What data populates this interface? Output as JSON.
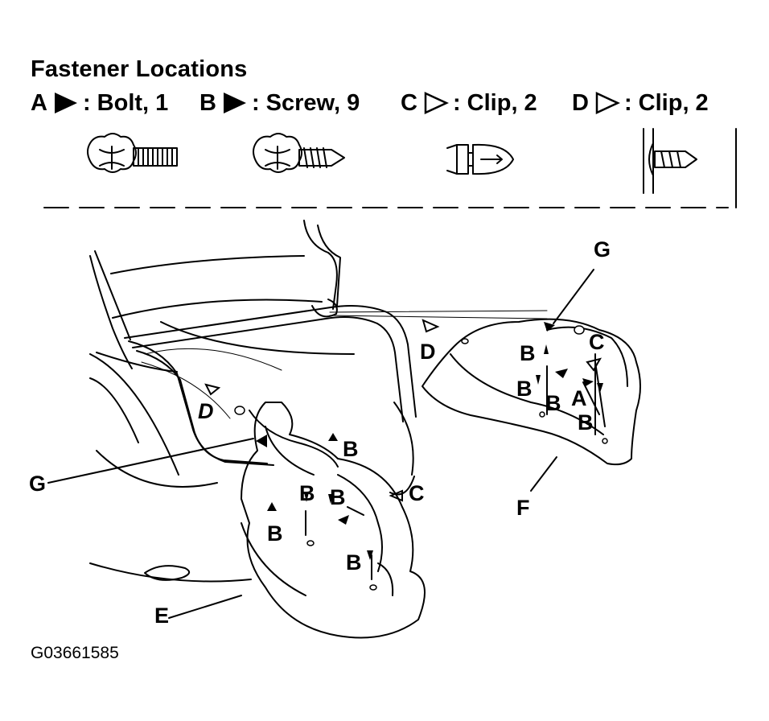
{
  "title": "Fastener Locations",
  "legend": [
    {
      "letter": "A",
      "symbol": "filled-triangle-icon",
      "desc": ": Bolt, 1"
    },
    {
      "letter": "B",
      "symbol": "filled-triangle-icon",
      "desc": ": Screw, 9"
    },
    {
      "letter": "C",
      "symbol": "outline-triangle-icon",
      "desc": ": Clip, 2"
    },
    {
      "letter": "D",
      "symbol": "outline-triangle-icon",
      "desc": ": Clip, 2"
    }
  ],
  "callouts": {
    "g_top": "G",
    "g_left": "G",
    "d_upper": "D",
    "d_lower": "D",
    "e": "E",
    "f": "F",
    "c_mid": "C",
    "c_right": "C",
    "a_right": "A",
    "b1": "B",
    "b2": "B",
    "b3": "B",
    "b4": "B",
    "b5": "B",
    "b6": "B",
    "b7": "B",
    "b8": "B",
    "b9": "B"
  },
  "figure_code": "G03661585"
}
